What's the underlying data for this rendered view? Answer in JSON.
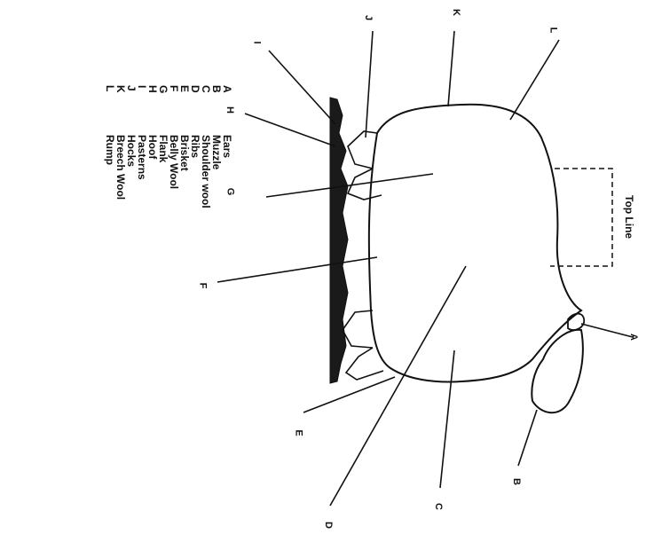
{
  "diagram": {
    "top_line_label": "Top Line",
    "callouts": {
      "A": "A",
      "B": "B",
      "C": "C",
      "D": "D",
      "E": "E",
      "F": "F",
      "G": "G",
      "H": "H",
      "I": "I",
      "J": "J",
      "K": "K",
      "L": "L"
    },
    "legend": [
      {
        "letter": "A",
        "part": "Ears"
      },
      {
        "letter": "B",
        "part": "Muzzle"
      },
      {
        "letter": "C",
        "part": "Shoulder wool"
      },
      {
        "letter": "D",
        "part": "Ribs"
      },
      {
        "letter": "E",
        "part": "Brisket"
      },
      {
        "letter": "F",
        "part": "Belly Wool"
      },
      {
        "letter": "G",
        "part": "Flank"
      },
      {
        "letter": "H",
        "part": "Hoof"
      },
      {
        "letter": "I",
        "part": "Pasterns"
      },
      {
        "letter": "J",
        "part": "Hocks"
      },
      {
        "letter": "K",
        "part": "Breech Wool"
      },
      {
        "letter": "L",
        "part": "Rump"
      }
    ]
  }
}
